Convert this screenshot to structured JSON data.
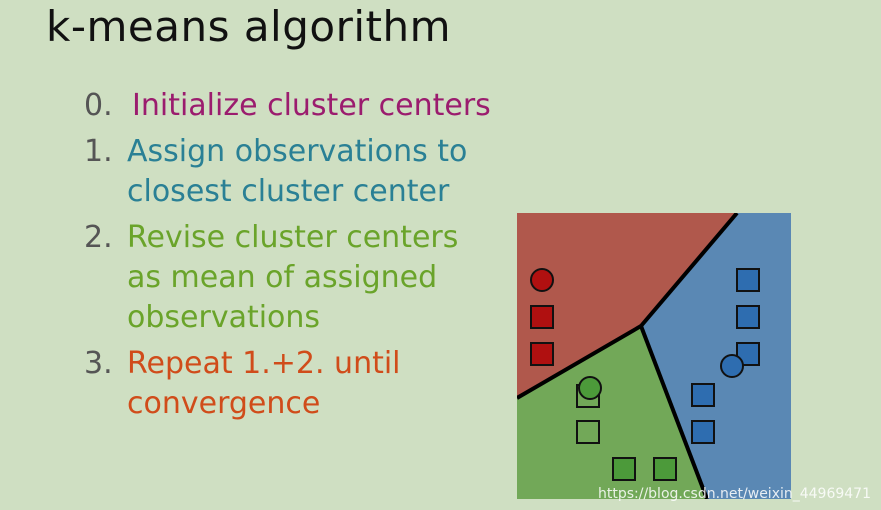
{
  "title": "k-means algorithm",
  "steps": [
    {
      "num": "0.",
      "text": "Initialize cluster centers"
    },
    {
      "num": "1.",
      "text": "Assign observations to\nclosest cluster center"
    },
    {
      "num": "2.",
      "text": "Revise cluster centers\nas mean of assigned\nobservations"
    },
    {
      "num": "3.",
      "text": "Repeat 1.+2. until\nconvergence"
    }
  ],
  "colors": {
    "red_region": "#b0584c",
    "green_region": "#72a858",
    "blue_region": "#5a88b4",
    "red_point": "#b01010",
    "green_point": "#4c9a3a",
    "blue_point": "#2e6db0"
  },
  "watermark": "https://blog.csdn.net/weixin_44969471"
}
